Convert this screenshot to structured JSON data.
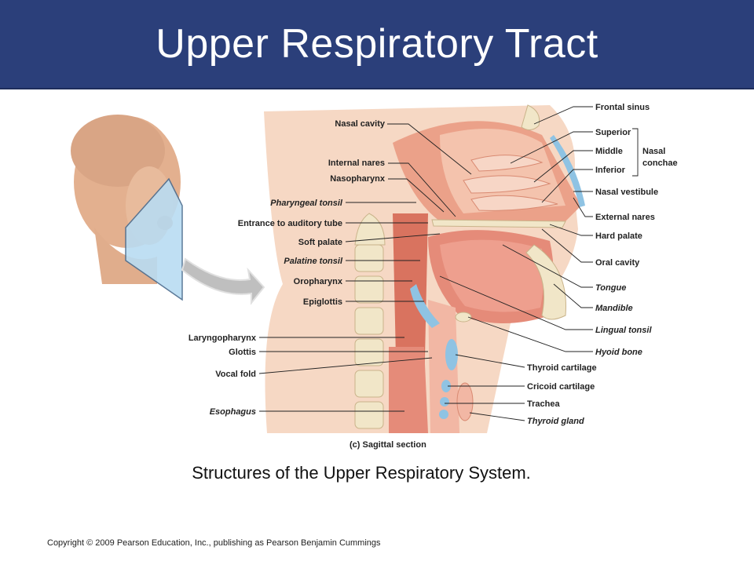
{
  "slide": {
    "title": "Upper Respiratory Tract",
    "caption": "Structures of the Upper Respiratory System.",
    "copyright": "Copyright © 2009 Pearson Education, Inc., publishing as Pearson Benjamin Cummings"
  },
  "diagram": {
    "section_label": "(c) Sagittal section",
    "left_labels": [
      {
        "text": "Nasal cavity",
        "italic": false
      },
      {
        "text": "Internal nares",
        "italic": false
      },
      {
        "text": "Nasopharynx",
        "italic": false
      },
      {
        "text": "Pharyngeal tonsil",
        "italic": true
      },
      {
        "text": "Entrance to auditory tube",
        "italic": false
      },
      {
        "text": "Soft palate",
        "italic": false
      },
      {
        "text": "Palatine tonsil",
        "italic": true
      },
      {
        "text": "Oropharynx",
        "italic": false
      },
      {
        "text": "Epiglottis",
        "italic": false
      },
      {
        "text": "Laryngopharynx",
        "italic": false
      },
      {
        "text": "Glottis",
        "italic": false
      },
      {
        "text": "Vocal fold",
        "italic": false
      },
      {
        "text": "Esophagus",
        "italic": true
      }
    ],
    "right_labels": [
      {
        "text": "Frontal sinus",
        "italic": false
      },
      {
        "text": "Superior",
        "italic": false
      },
      {
        "text": "Middle",
        "italic": false
      },
      {
        "text": "Inferior",
        "italic": false
      },
      {
        "text": "Nasal vestibule",
        "italic": false
      },
      {
        "text": "External nares",
        "italic": false
      },
      {
        "text": "Hard palate",
        "italic": false
      },
      {
        "text": "Oral cavity",
        "italic": false
      },
      {
        "text": "Tongue",
        "italic": true
      },
      {
        "text": "Mandible",
        "italic": true
      },
      {
        "text": "Lingual tonsil",
        "italic": true
      },
      {
        "text": "Hyoid bone",
        "italic": true
      }
    ],
    "conchae_group": [
      "Nasal",
      "conchae"
    ],
    "bottom_right_labels": [
      {
        "text": "Thyroid cartilage",
        "italic": false
      },
      {
        "text": "Cricoid cartilage",
        "italic": false
      },
      {
        "text": "Trachea",
        "italic": false
      },
      {
        "text": "Thyroid gland",
        "italic": true
      }
    ],
    "colors": {
      "header": "#2b3f7a",
      "tissue": "#e89a84",
      "cavity": "#f6cdb8",
      "bone": "#f1e6c8",
      "cartilage": "#8fc3e3",
      "skin": "#f2c9ad"
    }
  }
}
